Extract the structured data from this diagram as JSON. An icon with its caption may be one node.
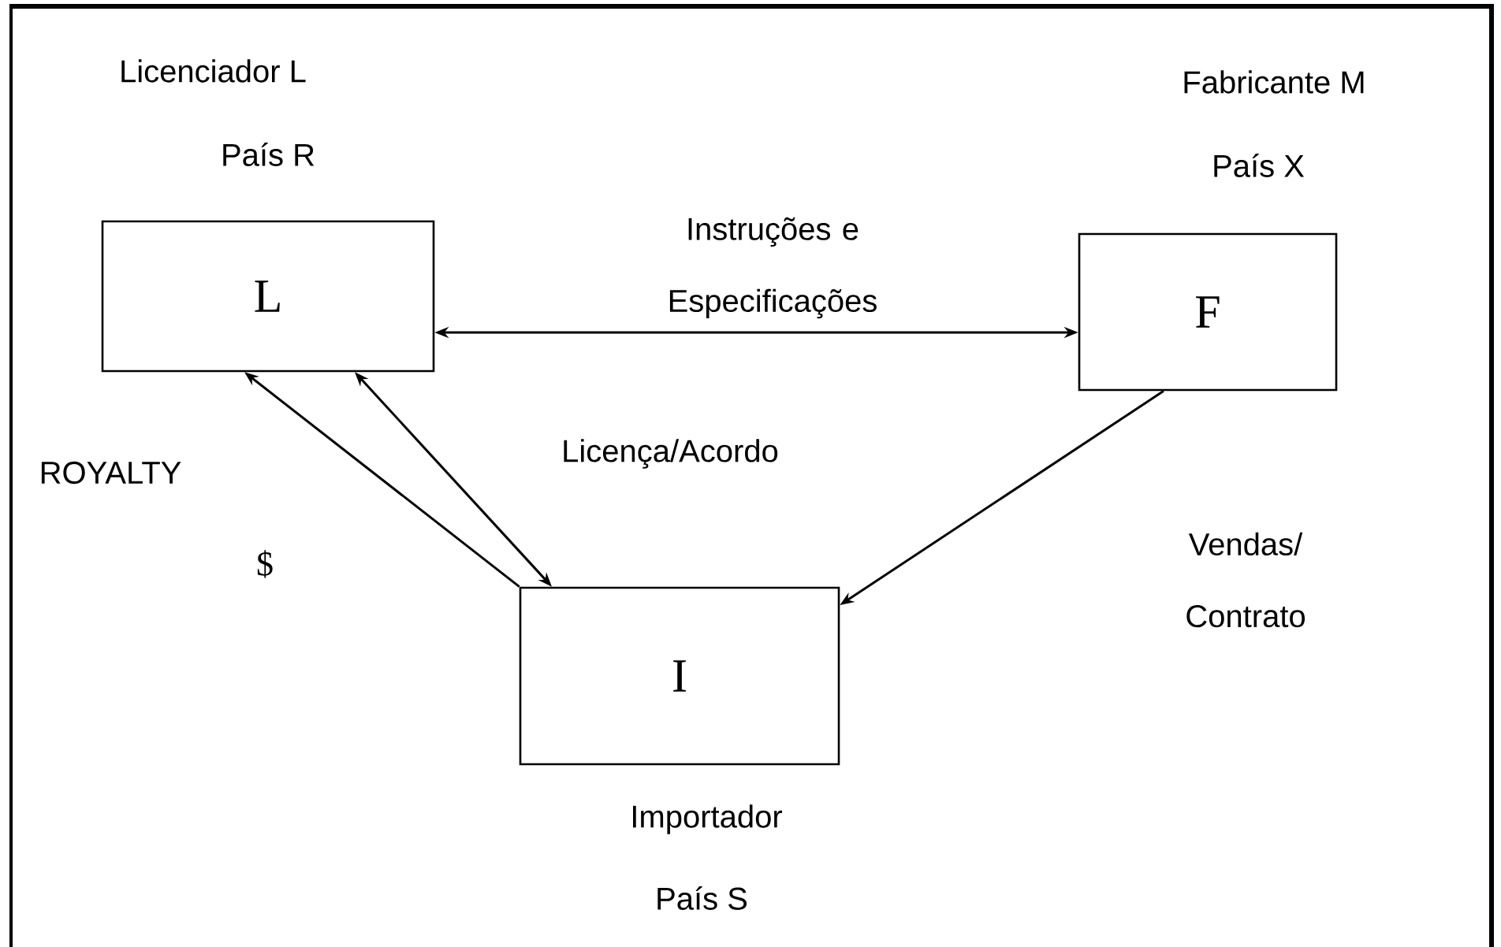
{
  "diagram": {
    "nodes": [
      {
        "text": [
          "L"
        ],
        "beside": [
          "Licenciador L",
          "País R"
        ]
      },
      {
        "text": [
          "F"
        ],
        "beside": [
          "Fabricante M",
          "País X"
        ]
      },
      {
        "text": [
          "I"
        ],
        "beside": [
          "Importador",
          "País S"
        ]
      }
    ],
    "edges": [
      {
        "from": 0,
        "to": 1,
        "arrow": "both",
        "label": "Instruções e Especificações"
      },
      {
        "from": 2,
        "to": 0,
        "arrow": "to",
        "label": "ROYALTY"
      },
      {
        "from": 0,
        "to": 2,
        "arrow": "both",
        "label": "Licença/Acordo"
      },
      {
        "from": 1,
        "to": 2,
        "arrow": "to",
        "label": "Vendas/ Contrato"
      }
    ],
    "labels": [
      "$"
    ]
  }
}
